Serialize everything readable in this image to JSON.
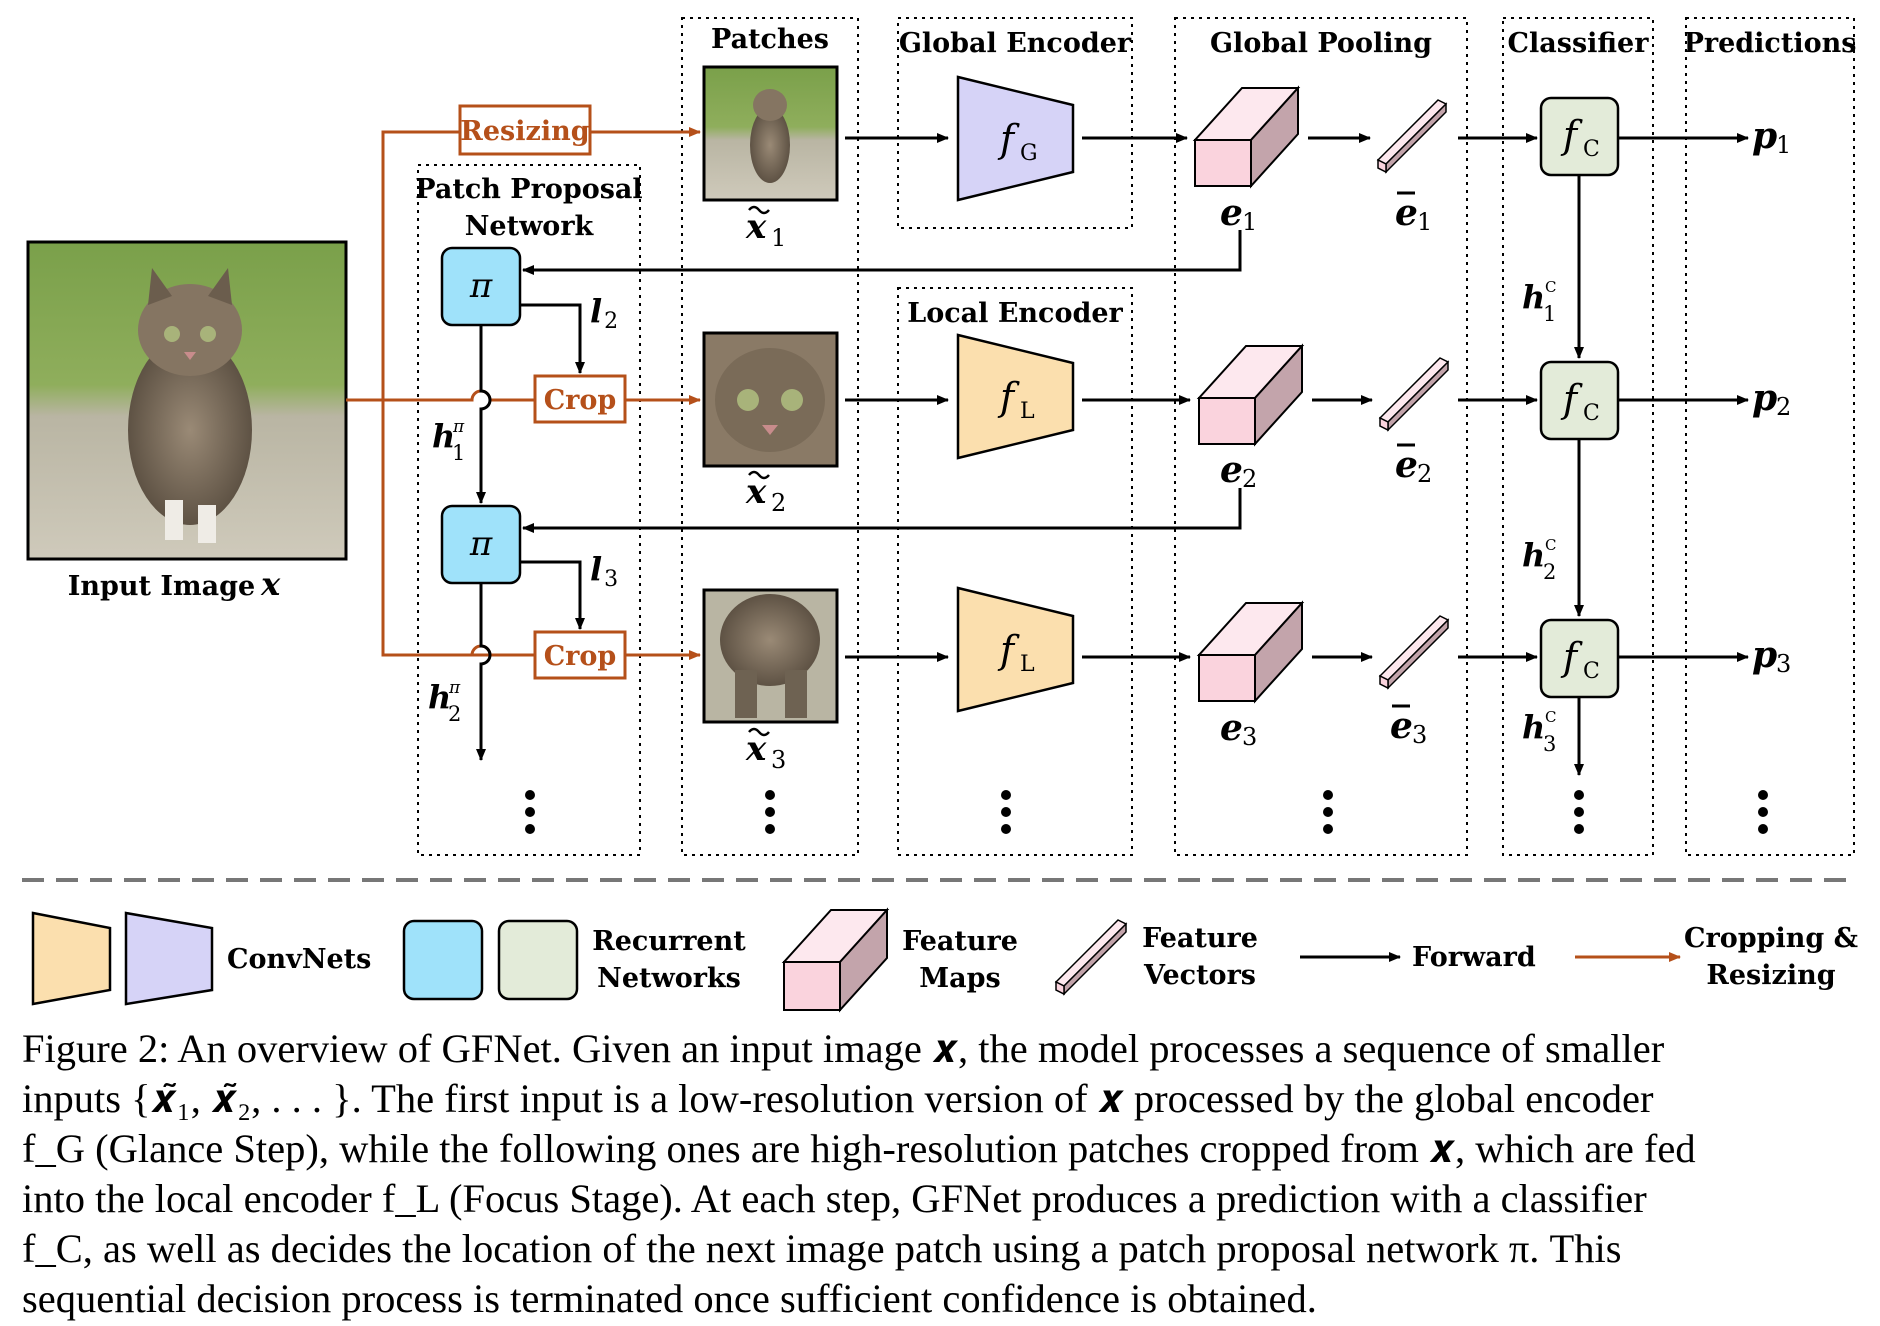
{
  "headers": {
    "patches": "Patches",
    "global_encoder": "Global Encoder",
    "global_pooling": "Global Pooling",
    "classifier": "Classifier",
    "predictions": "Predictions",
    "local_encoder": "Local Encoder",
    "ppn_line1": "Patch Proposal",
    "ppn_line2": "Network"
  },
  "input_label": "Input Image",
  "ops": {
    "resizing": "Resizing",
    "crop": "Crop"
  },
  "symbols": {
    "x": "x",
    "pi": "π",
    "f": "f",
    "G": "G",
    "L": "L",
    "C": "C",
    "l": "l",
    "h": "h",
    "e": "e",
    "p": "p",
    "one": "1",
    "two": "2",
    "three": "3"
  },
  "legend": {
    "convnets": "ConvNets",
    "recurrent_1": "Recurrent",
    "recurrent_2": "Networks",
    "feature_maps_1": "Feature",
    "feature_maps_2": "Maps",
    "feature_vectors_1": "Feature",
    "feature_vectors_2": "Vectors",
    "forward": "Forward",
    "crop_resize_1": "Cropping &",
    "crop_resize_2": "Resizing"
  },
  "caption": [
    "Figure 2: An overview of GFNet. Given an input image 𝒙, the model processes a sequence of smaller",
    "inputs {𝒙̃₁, 𝒙̃₂, . . . }. The first input is a low-resolution version of 𝒙 processed by the global encoder",
    "f_G (Glance Step), while the following ones are high-resolution patches cropped from 𝒙, which are fed",
    "into the local encoder f_L (Focus Stage). At each step, GFNet produces a prediction with a classifier",
    "f_C, as well as decides the location of the next image patch using a patch proposal network π. This",
    "sequential decision process is terminated once sufficient confidence is obtained."
  ],
  "colors": {
    "global_encoder_fill": "#d6d3f7",
    "local_encoder_fill": "#fbdfae",
    "policy_fill": "#9fe2fa",
    "classifier_fill": "#e3ebd9",
    "feature_fill": "#fad3dd",
    "feature_dark": "#c3a4ab",
    "orange_arrow": "#b5501a"
  }
}
